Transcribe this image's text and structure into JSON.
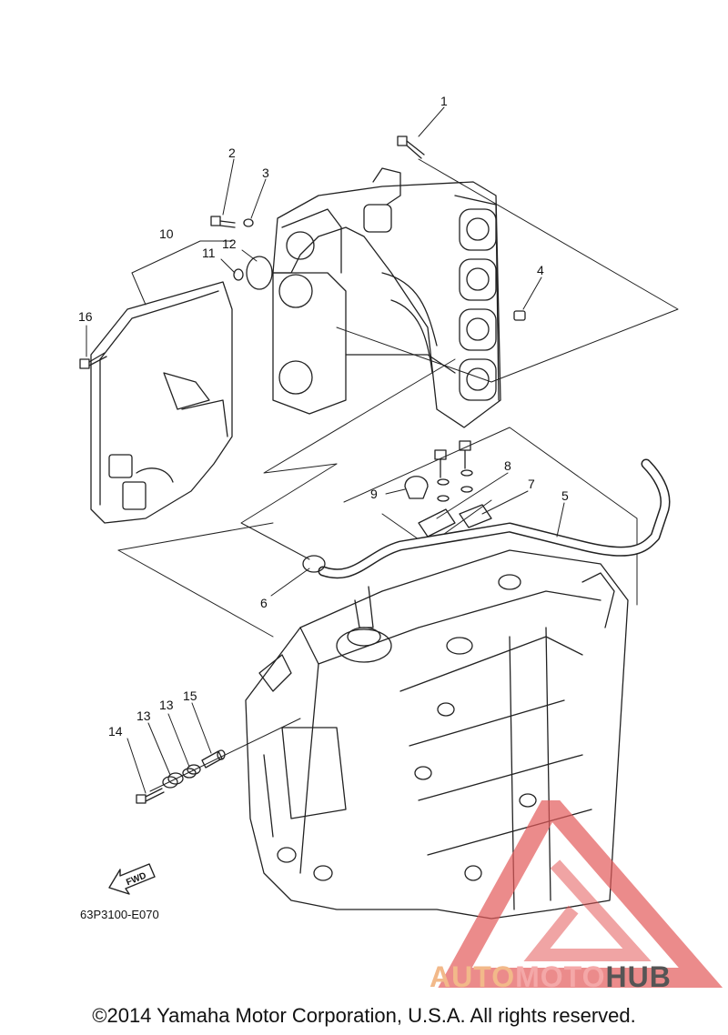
{
  "diagram": {
    "drawing_code": "63P3100-E070",
    "copyright": "©2014 Yamaha Motor Corporation, U.S.A. All rights reserved.",
    "fwd_label": "FWD",
    "callouts": [
      "1",
      "2",
      "3",
      "4",
      "5",
      "6",
      "7",
      "8",
      "9",
      "10",
      "11",
      "12",
      "13",
      "13",
      "14",
      "15",
      "16"
    ]
  },
  "watermark": {
    "part1": "AUTO",
    "part2": "MOTO",
    "part3": "HUB"
  },
  "colors": {
    "line": "#222222",
    "watermark_red": "#e35a5a",
    "watermark_orange": "#f2b98a"
  }
}
